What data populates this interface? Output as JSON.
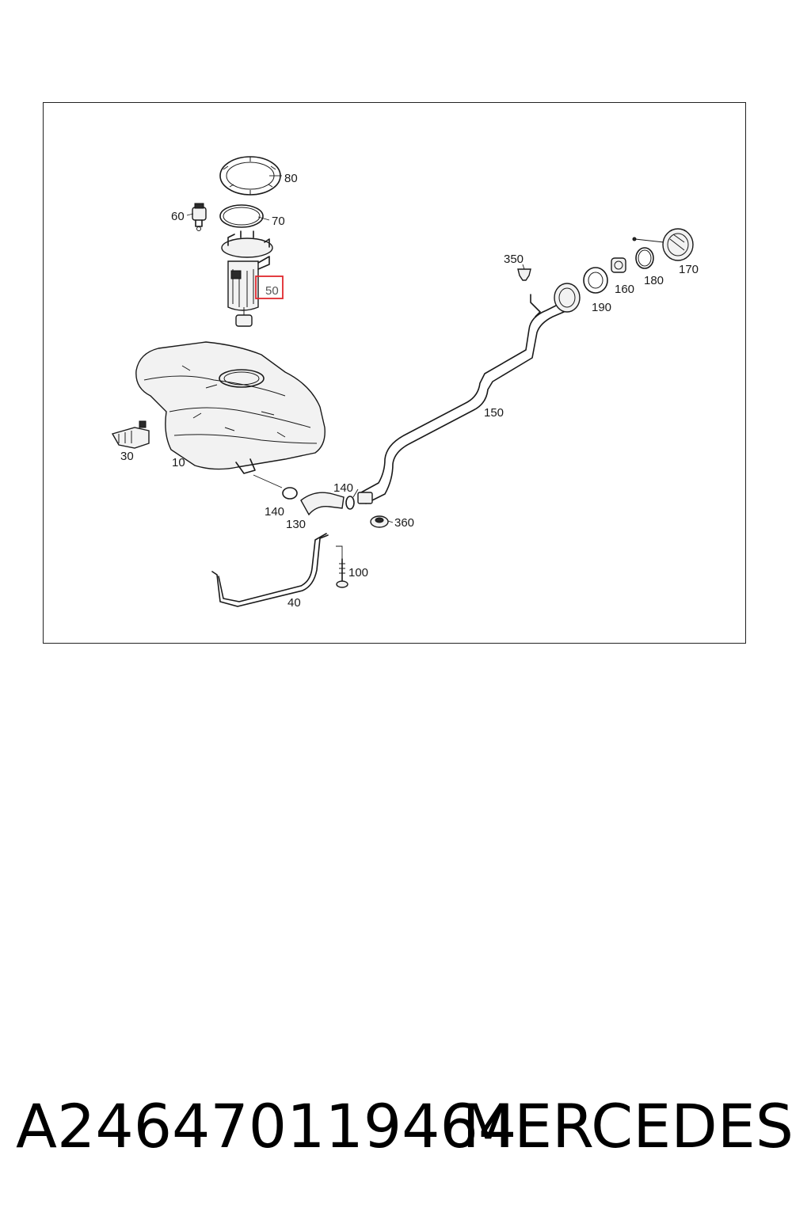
{
  "diagram": {
    "labels": {
      "p10": "10",
      "p30": "30",
      "p40": "40",
      "p50": "50",
      "p60": "60",
      "p70": "70",
      "p80": "80",
      "p100": "100",
      "p130": "130",
      "p140_left": "140",
      "p140_right": "140",
      "p150": "150",
      "p160": "160",
      "p170": "170",
      "p180": "180",
      "p190": "190",
      "p350": "350",
      "p360": "360"
    },
    "highlighted_label": "50",
    "highlight_color": "#e0282e"
  },
  "caption": {
    "part_number": "A246470119464",
    "brand": "MERCEDES"
  }
}
